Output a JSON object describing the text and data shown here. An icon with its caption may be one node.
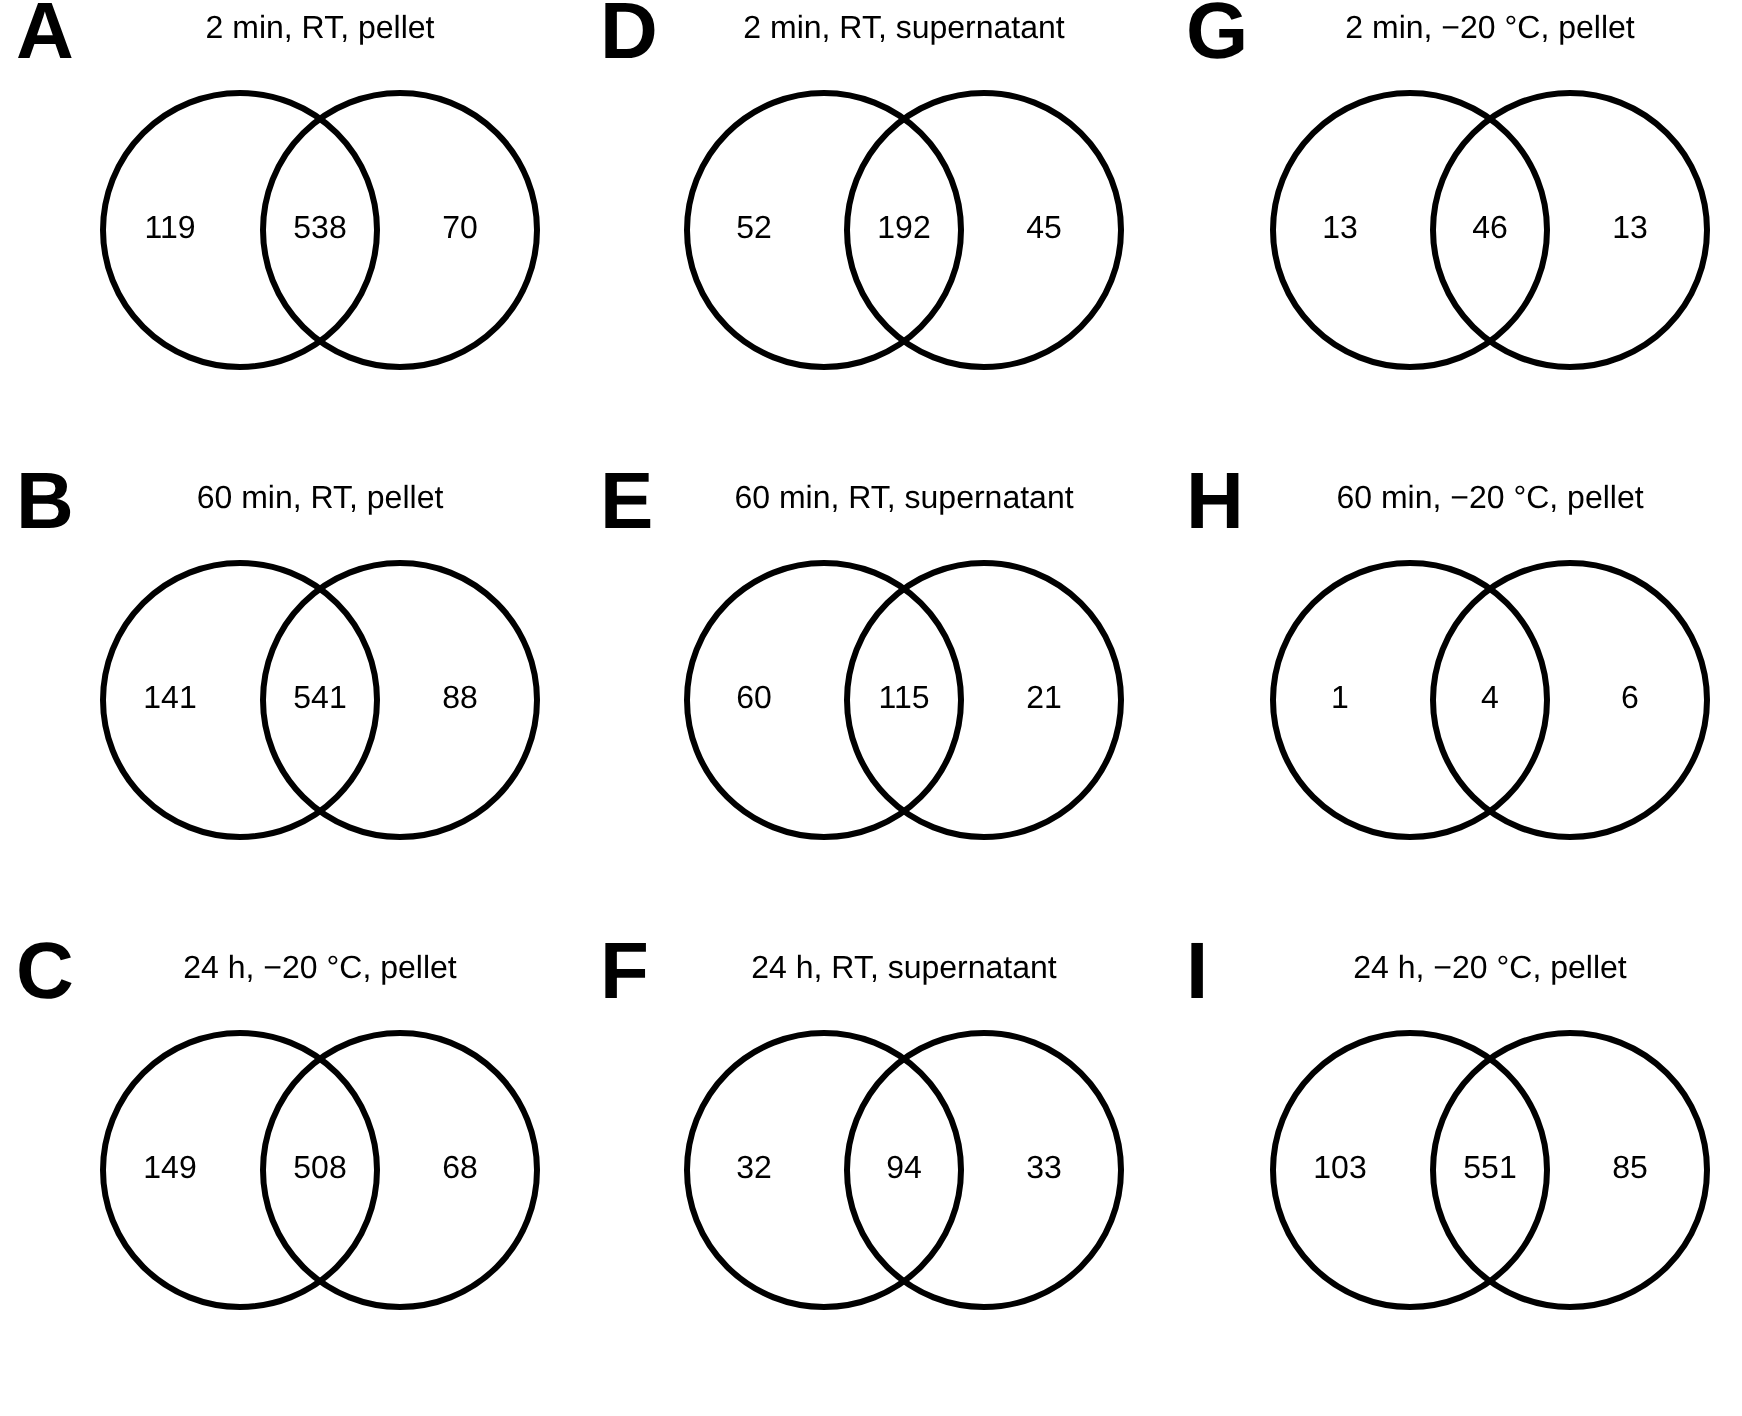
{
  "diagram": {
    "nodes": [
      {
        "text": [
          "119"
        ]
      },
      {
        "text": [
          "70"
        ]
      },
      {
        "text": [
          "141"
        ]
      },
      {
        "text": [
          "88"
        ]
      },
      {
        "text": [
          "149"
        ]
      },
      {
        "text": [
          "68"
        ]
      },
      {
        "text": [
          "52"
        ]
      },
      {
        "text": [
          "45"
        ]
      },
      {
        "text": [
          "60"
        ]
      },
      {
        "text": [
          "21"
        ]
      },
      {
        "text": [
          "32"
        ]
      },
      {
        "text": [
          "33"
        ]
      },
      {
        "text": [
          "13"
        ]
      },
      {
        "text": [
          "13"
        ]
      },
      {
        "text": [
          "1"
        ]
      },
      {
        "text": [
          "6"
        ]
      },
      {
        "text": [
          "103"
        ]
      },
      {
        "text": [
          "85"
        ]
      }
    ],
    "labels": [
      "A",
      "2 min, RT, pellet",
      "538",
      "B",
      "60 min, RT, pellet",
      "541",
      "C",
      "24 h, −20 °C, pellet",
      "508",
      "D",
      "2 min, RT, supernatant",
      "192",
      "E",
      "60 min, RT, supernatant",
      "115",
      "F",
      "24 h, RT, supernatant",
      "94",
      "G",
      "2 min, −20 °C, pellet",
      "46",
      "H",
      "60 min, −20 °C, pellet",
      "4",
      "I",
      "24 h, −20 °C, pellet",
      "551"
    ]
  }
}
